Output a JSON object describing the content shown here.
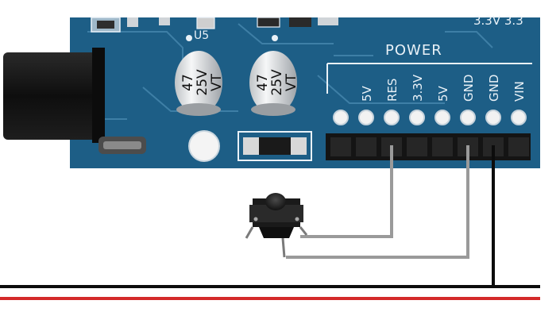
{
  "board": {
    "corner_label": "3.3V 3.3",
    "regulator_label": "U5",
    "header_title": "POWER",
    "pins": [
      {
        "label": "5V",
        "wired": false
      },
      {
        "label": "RES",
        "wired": true
      },
      {
        "label": "3.3V",
        "wired": false
      },
      {
        "label": "5V",
        "wired": false
      },
      {
        "label": "GND",
        "wired": true
      },
      {
        "label": "GND",
        "wired": true
      },
      {
        "label": "VIN",
        "wired": false
      }
    ],
    "capacitors": [
      {
        "line1": "47",
        "line2": "25V",
        "line3": "VT"
      },
      {
        "line1": "47",
        "line2": "25V",
        "line3": "VT"
      }
    ]
  },
  "colors": {
    "pcb": "#1d5e86",
    "pcb_trace": "#3e7fa6",
    "silkscreen": "#e9f1f7",
    "header": "#141414",
    "wire_gray": "#9a9a9a",
    "wire_black": "#0c0c0c",
    "wire_red": "#d42a2a"
  },
  "icons": {
    "barrel_jack": "dc-barrel-jack",
    "button": "tactile-push-button"
  }
}
